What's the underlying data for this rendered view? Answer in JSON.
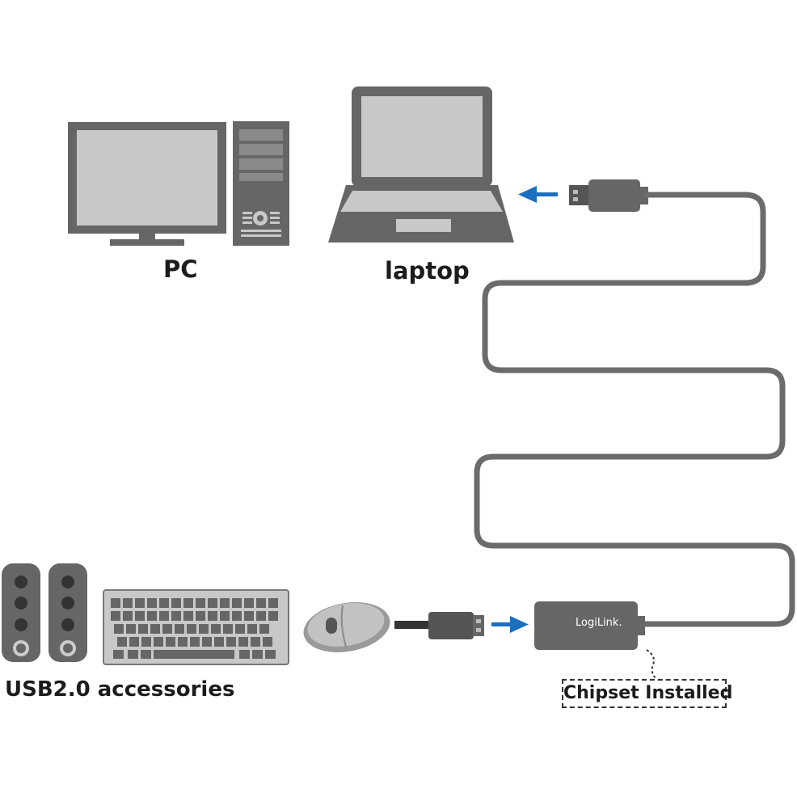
{
  "labels": {
    "pc": "PC",
    "laptop": "laptop",
    "accessories": "USB2.0 accessories",
    "chipset": "Chipset Installed",
    "brand": "LogiLink."
  },
  "colors": {
    "device_dark": "#666666",
    "device_light": "#c8c8c8",
    "cable": "#6b6b6b",
    "arrow": "#1a6fbf",
    "text": "#1c1c1c"
  },
  "icons": [
    "monitor-icon",
    "tower-icon",
    "laptop-icon",
    "speaker-icon",
    "keyboard-icon",
    "mouse-icon",
    "usb-plug-icon",
    "adapter-box-icon",
    "arrow-icon"
  ]
}
